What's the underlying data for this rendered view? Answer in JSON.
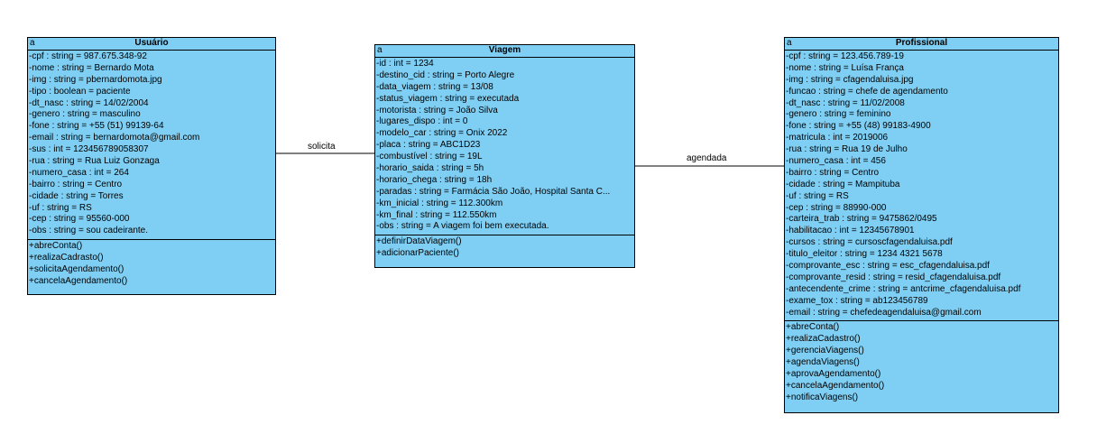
{
  "classes": [
    {
      "id": "usuario",
      "marker": "a",
      "name": "Usuário",
      "attributes": [
        "-cpf : string = 987.675.348-92",
        "-nome : string = Bernardo Mota",
        "-img : string = pbernardomota.jpg",
        "-tipo : boolean = paciente",
        "-dt_nasc : string = 14/02/2004",
        "-genero : string = masculino",
        "-fone : string = +55 (51) 99139-64",
        "-email : string = bernardomota@gmail.com",
        "-sus : int = 123456789058307",
        "-rua : string = Rua Luiz Gonzaga",
        "-numero_casa : int = 264",
        "-bairro : string = Centro",
        "-cidade : string = Torres",
        "-uf : string = RS",
        "-cep : string = 95560-000",
        "-obs : string = sou cadeirante."
      ],
      "operations": [
        "+abreConta()",
        "+realizaCadrasto()",
        "+solicitaAgendamento()",
        "+cancelaAgendamento()"
      ]
    },
    {
      "id": "viagem",
      "marker": "a",
      "name": "Viagem",
      "attributes": [
        "-id : int = 1234",
        "-destino_cid : string = Porto Alegre",
        "-data_viagem : string = 13/08",
        "-status_viagem : string = executada",
        "-motorista : string = João Silva",
        "-lugares_dispo : int = 0",
        "-modelo_car : string = Onix 2022",
        "-placa : string = ABC1D23",
        "-combustível : string = 19L",
        "-horario_saida : string = 5h",
        "-horario_chega : string = 18h",
        "-paradas : string = Farmácia São João, Hospital Santa C...",
        "-km_inicial : string = 112.300km",
        "-km_final : string = 112.550km",
        "-obs : string = A viagem foi bem executada."
      ],
      "operations": [
        "+definirDataViagem()",
        "+adicionarPaciente()"
      ]
    },
    {
      "id": "profissional",
      "marker": "a",
      "name": "Profissional",
      "attributes": [
        "-cpf : string = 123.456.789-19",
        "-nome : string = Luísa França",
        "-img : string = cfagendaluisa.jpg",
        "-funcao : string = chefe de agendamento",
        "-dt_nasc : string = 11/02/2008",
        "-genero : string = feminino",
        "-fone : string = +55 (48) 99183-4900",
        "-matricula : int = 2019006",
        "-rua : string = Rua 19 de Julho",
        "-numero_casa : int = 456",
        "-bairro : string = Centro",
        "-cidade : string = Mampituba",
        "-uf : string = RS",
        "-cep : string = 88990-000",
        "-carteira_trab : string = 9475862/0495",
        "-habilitacao : int = 12345678901",
        "-cursos : string = cursoscfagendaluisa.pdf",
        "-titulo_eleitor : string = 1234 4321 5678",
        "-comprovante_esc : string = esc_cfagendaluisa.pdf",
        "-comprovante_resid : string = resid_cfagendaluisa.pdf",
        "-antecendente_crime : string = antcrime_cfagendaluisa.pdf",
        "-exame_tox : string = ab123456789",
        "-email : string = chefedeagendaluisa@gmail.com"
      ],
      "operations": [
        "+abreConta()",
        "+realizaCadastro()",
        "+gerenciaViagens()",
        "+agendaViagens()",
        "+aprovaAgendamento()",
        "+cancelaAgendamento()",
        "+notificaViagens()"
      ]
    }
  ],
  "associations": [
    {
      "id": "solicita",
      "label": "solicita"
    },
    {
      "id": "agendada",
      "label": "agendada"
    }
  ]
}
